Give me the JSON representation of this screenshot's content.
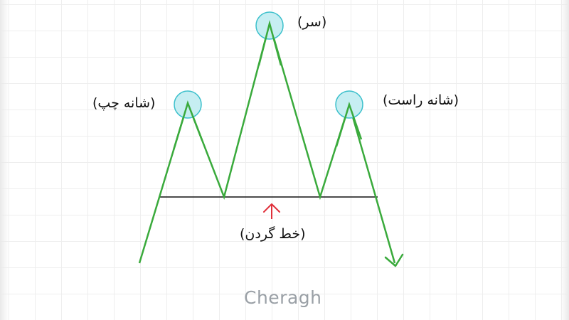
{
  "diagram": {
    "labels": {
      "head": "(سر)",
      "left_shoulder": "(شانه چپ)",
      "right_shoulder": "(شانه راست)",
      "neckline": "(خط گردن)"
    },
    "watermark": "Cheragh",
    "colors": {
      "price_line": "#3aaa3c",
      "neckline": "#111111",
      "arrow": "#e0303b",
      "peak_marker_fill": "#c6eef2",
      "peak_marker_stroke": "#3cc0cc",
      "watermark": "#9aa0a6"
    },
    "icons": {
      "neckline_pointer": "arrow-up-icon",
      "trend_end": "arrow-down-icon"
    }
  }
}
